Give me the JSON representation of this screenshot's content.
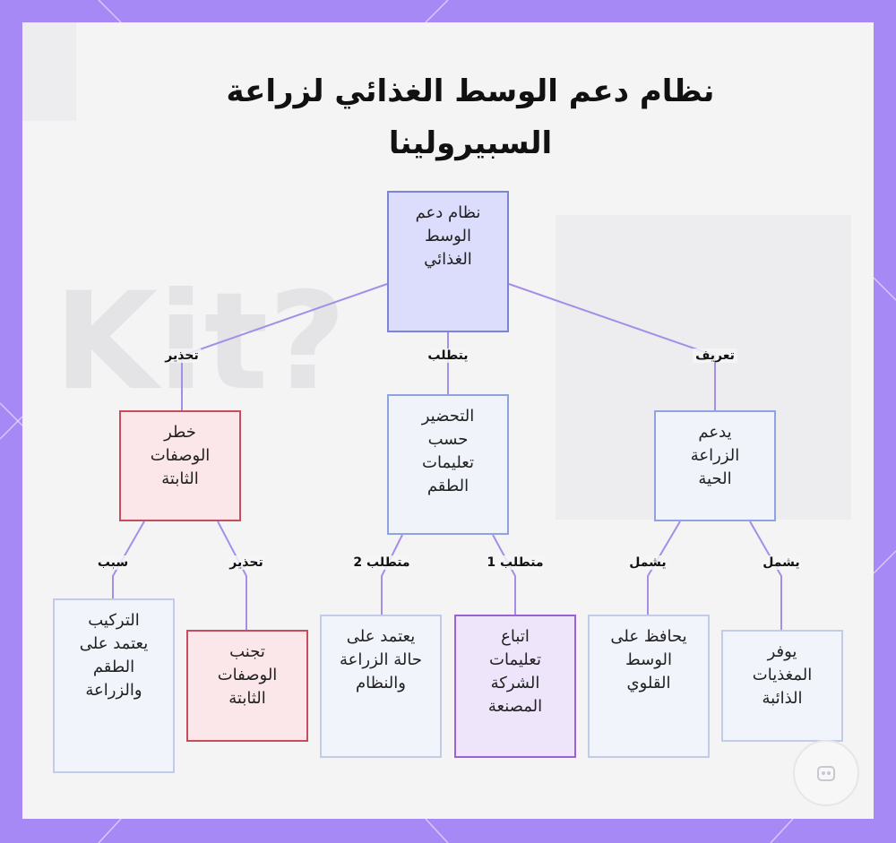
{
  "title": "نظام دعم الوسط الغذائي لزراعة السبيرولينا",
  "nodes": {
    "root": "نظام دعم\nالوسط\nالغذائي",
    "warning_node": "خطر\nالوصفات\nالثابتة",
    "prep_node": "التحضير\nحسب\nتعليمات\nالطقم",
    "support_node": "يدعم\nالزراعة\nالحية",
    "cause_leaf": "التركيب\nيعتمد على\nالطقم\nوالزراعة",
    "avoid_leaf": "تجنب\nالوصفات\nالثابتة",
    "depends_leaf": "يعتمد على\nحالة الزراعة\nوالنظام",
    "follow_leaf": "اتباع\nتعليمات\nالشركة\nالمصنعة",
    "alkaline_leaf": "يحافظ على\nالوسط\nالقلوي",
    "nutrients_leaf": "يوفر\nالمغذيات\nالذائبة"
  },
  "edge_labels": {
    "root_warning": "تحذير",
    "root_prep": "يتطلب",
    "root_support": "تعريف",
    "warning_cause": "سبب",
    "warning_avoid": "تحذير",
    "prep_req2": "متطلب 2",
    "prep_req1": "متطلب 1",
    "support_alk": "يشمل",
    "support_nut": "يشمل"
  },
  "colors": {
    "frame": "#a689f5",
    "edge": "#a48ee8",
    "root_fill": "#dcdcfc",
    "warning_border": "#c94b5e",
    "warning_fill": "#fbe6ea",
    "follow_border": "#9a63d4"
  },
  "icons": {
    "badge": "logo-badge-icon"
  }
}
